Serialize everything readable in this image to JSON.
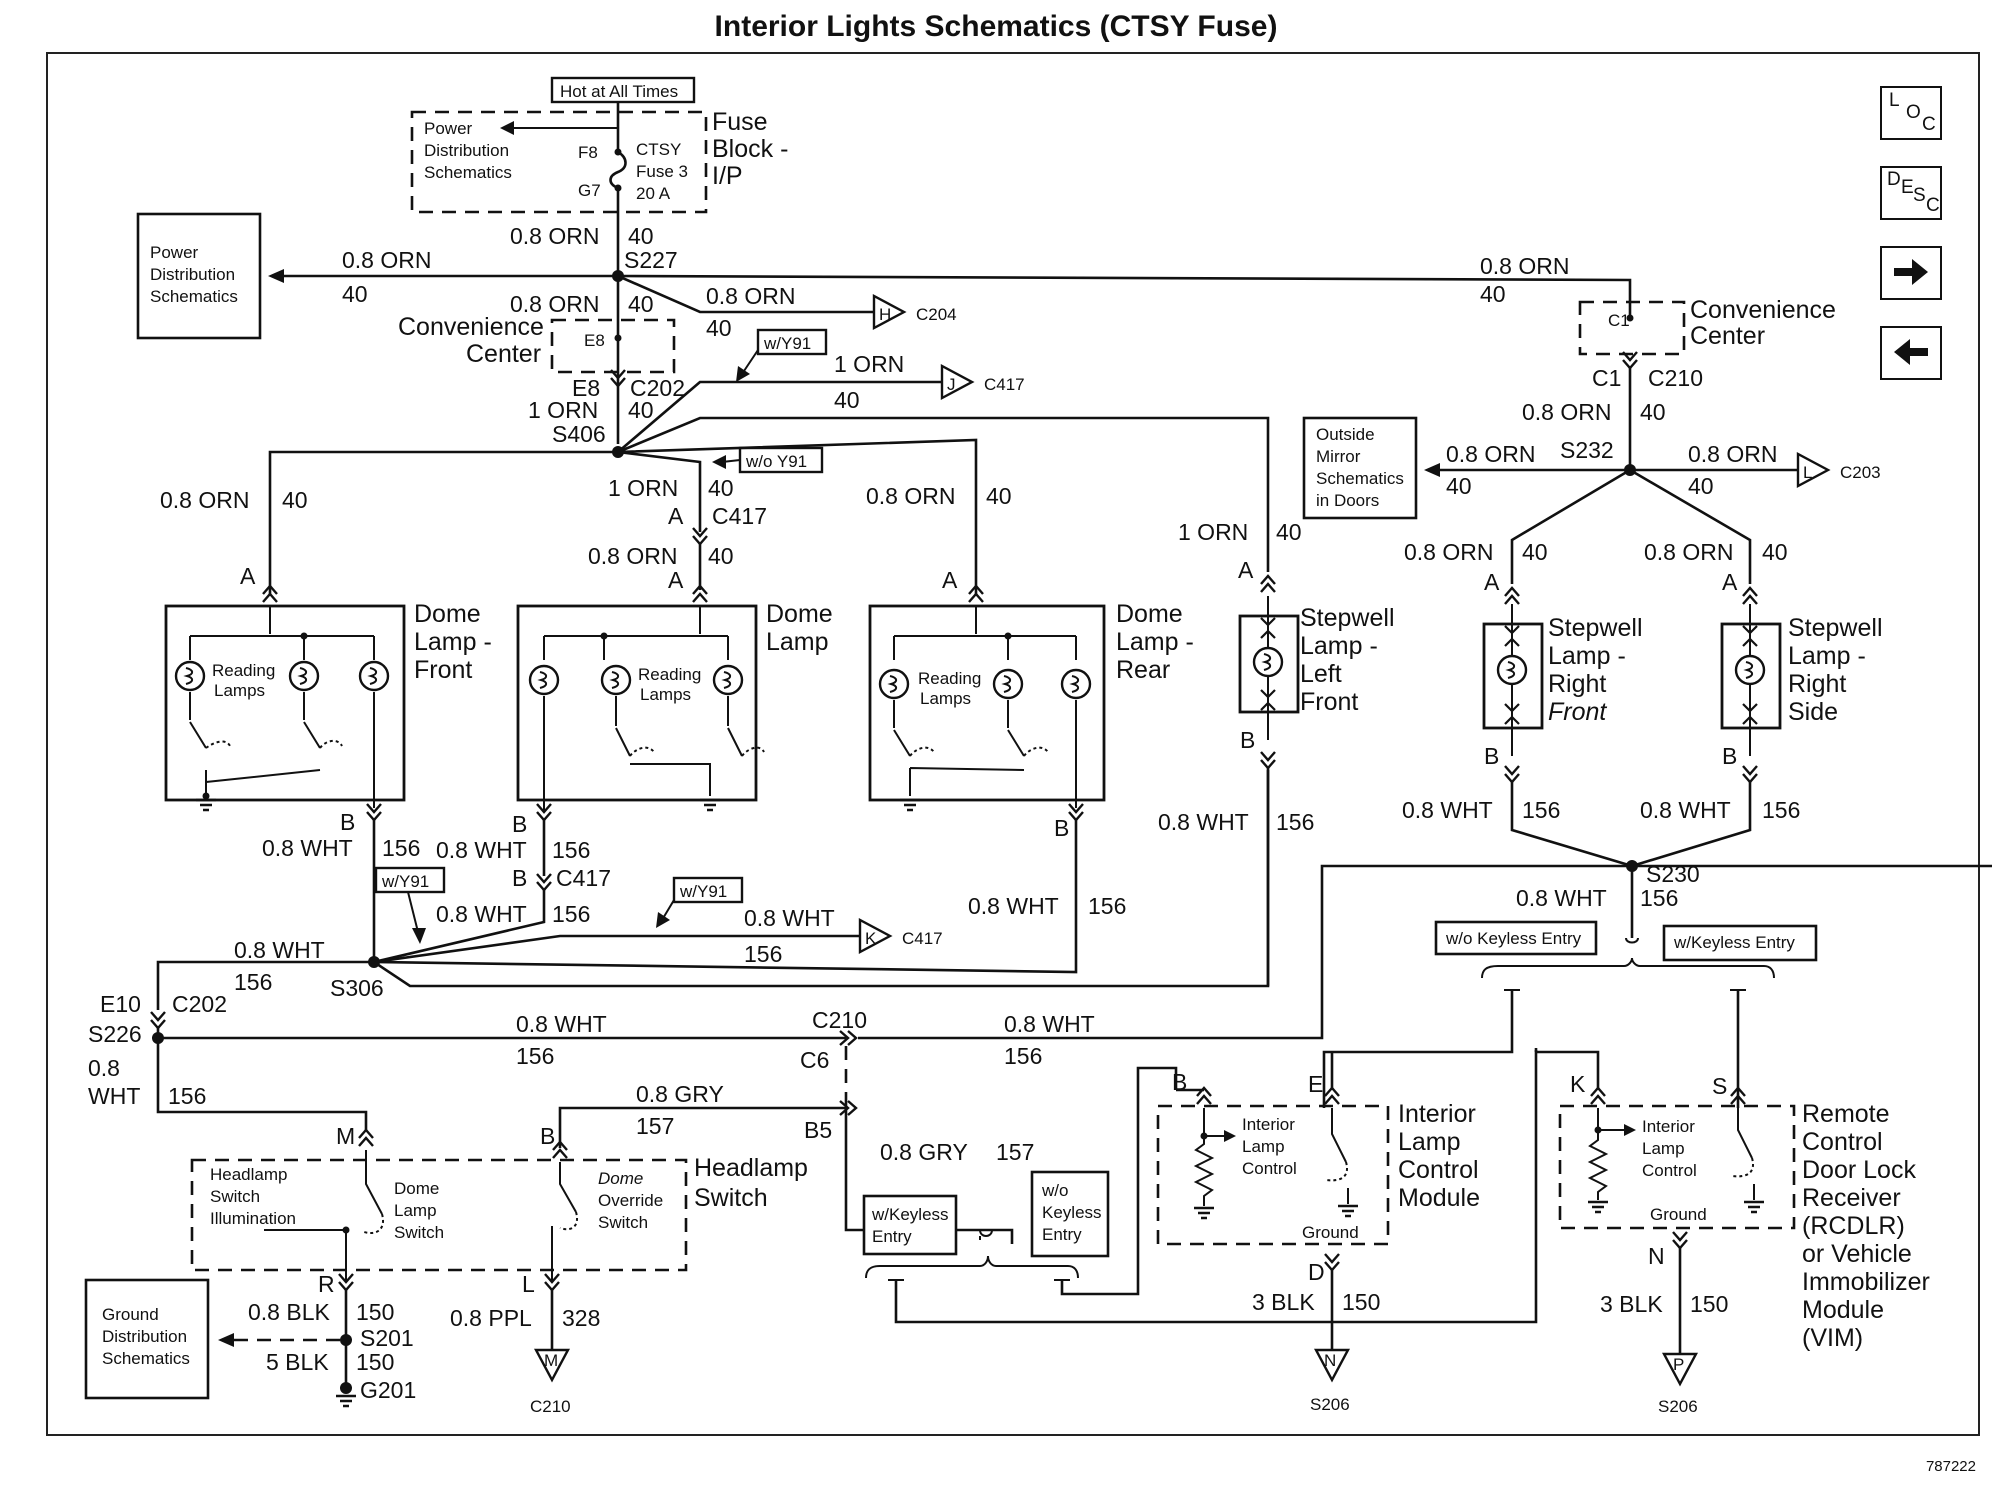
{
  "title": "Interior Lights Schematics (CTSY Fuse)",
  "figure_number": "787222",
  "nav": {
    "loc": [
      "L",
      "O",
      "C"
    ],
    "desc": [
      "D",
      "E",
      "S",
      "C"
    ],
    "next_icon": "arrow-right-icon",
    "prev_icon": "arrow-left-icon"
  },
  "labels": {
    "hot": "Hot at All Times",
    "pds": [
      "Power",
      "Distribution",
      "Schematics"
    ],
    "fuse_block": [
      "Fuse",
      "Block -",
      "I/P"
    ],
    "ctsy": [
      "CTSY",
      "Fuse 3",
      "20 A"
    ],
    "f8": "F8",
    "g7": "G7",
    "conv_center": [
      "Convenience",
      "Center"
    ],
    "e8": "E8",
    "c1": "C1",
    "outside_mirror": [
      "Outside",
      "Mirror",
      "Schematics",
      "in Doors"
    ],
    "ground_dist": [
      "Ground",
      "Distribution",
      "Schematics"
    ],
    "wY91": "w/Y91",
    "woY91": "w/o Y91",
    "dome_front": [
      "Dome",
      "Lamp -",
      "Front"
    ],
    "dome": [
      "Dome",
      "Lamp"
    ],
    "dome_rear": [
      "Dome",
      "Lamp -",
      "Rear"
    ],
    "reading_lamps": [
      "Reading",
      "Lamps"
    ],
    "stepwell_lf": [
      "Stepwell",
      "Lamp -",
      "Left",
      "Front"
    ],
    "stepwell_rf": [
      "Stepwell",
      "Lamp -",
      "Right",
      "Front"
    ],
    "stepwell_rs": [
      "Stepwell",
      "Lamp -",
      "Right",
      "Side"
    ],
    "headlamp_switch": [
      "Headlamp",
      "Switch"
    ],
    "hs_illum": [
      "Headlamp",
      "Switch",
      "Illumination"
    ],
    "dome_lamp_switch": [
      "Dome",
      "Lamp",
      "Switch"
    ],
    "dome_override": [
      "Dome",
      "Override",
      "Switch"
    ],
    "ilcm": [
      "Interior",
      "Lamp",
      "Control",
      "Module"
    ],
    "interior_lamp_control": [
      "Interior",
      "Lamp",
      "Control"
    ],
    "ground": "Ground",
    "rcdlr": [
      "Remote",
      "Control",
      "Door Lock",
      "Receiver",
      "(RCDLR)",
      "or Vehicle",
      "Immobilizer",
      "Module",
      "(VIM)"
    ],
    "wo_keyless": "w/o Keyless Entry",
    "w_keyless": "w/Keyless Entry",
    "w_keyless2": [
      "w/Keyless",
      "Entry"
    ],
    "wo_keyless2": [
      "w/o",
      "Keyless",
      "Entry"
    ]
  },
  "wires": {
    "orn08": "0.8 ORN",
    "orn1": "1 ORN",
    "wht08": "0.8 WHT",
    "gry08": "0.8 GRY",
    "blk08": "0.8 BLK",
    "blk5": "5 BLK",
    "blk3": "3 BLK",
    "ppl08": "0.8 PPL",
    "wht08_line1": "0.8",
    "wht08_line2": "WHT",
    "c40": "40",
    "c156": "156",
    "c157": "157",
    "c150": "150",
    "c328": "328"
  },
  "refs": {
    "s227": "S227",
    "s406": "S406",
    "s232": "S232",
    "s230": "S230",
    "s306": "S306",
    "s226": "S226",
    "s201": "S201",
    "g201": "G201",
    "s206": "S206",
    "c202": "C202",
    "c417": "C417",
    "c204": "C204",
    "c210": "C210",
    "c203": "C203",
    "c6": "C6",
    "b5": "B5",
    "e10": "E10",
    "a": "A",
    "b": "B",
    "e": "E",
    "d": "D",
    "k": "K",
    "s": "S",
    "n": "N",
    "m": "M",
    "r": "R",
    "l": "L",
    "h": "H",
    "j": "J",
    "p": "P"
  }
}
